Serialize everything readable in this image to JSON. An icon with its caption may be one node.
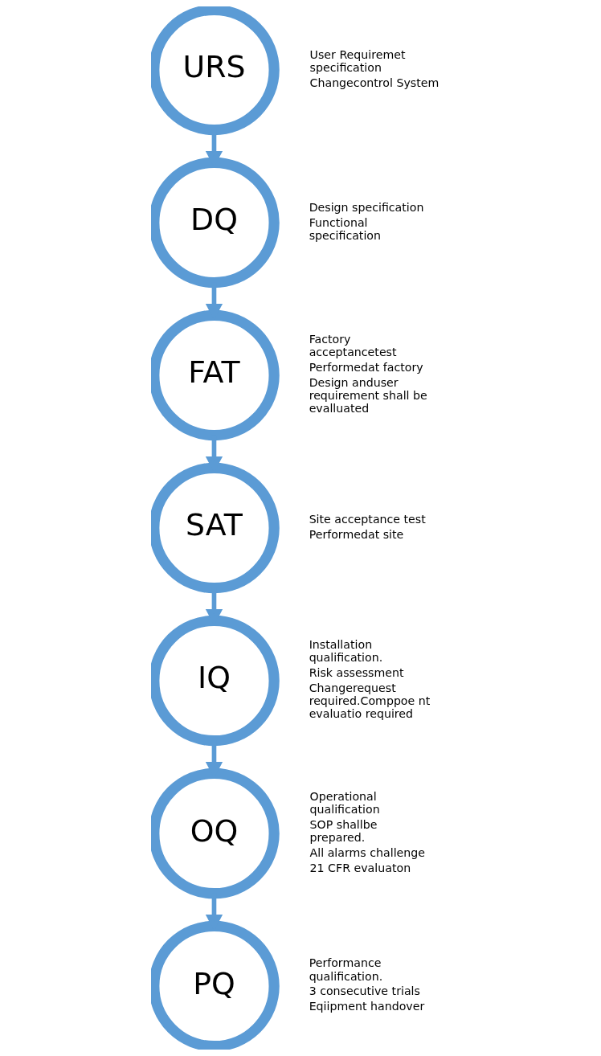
{
  "diagram": {
    "nodes": [
      {
        "text": [
          "URS"
        ],
        "beside": [
          "User Requiremet specification",
          "Changecontrol System"
        ]
      },
      {
        "text": [
          "DQ"
        ],
        "beside": [
          "Design specification",
          "Functional specification"
        ]
      },
      {
        "text": [
          "FAT"
        ],
        "beside": [
          "Factory acceptancetest",
          "Performedat factory",
          "Design anduser requirement shall be evalluated"
        ]
      },
      {
        "text": [
          "SAT"
        ],
        "beside": [
          "Site acceptance test",
          "Performedat site"
        ]
      },
      {
        "text": [
          "IQ"
        ],
        "beside": [
          "Installation qualification.",
          "Risk assessment",
          "Changerequest required.Comppoe nt evaluatio required"
        ]
      },
      {
        "text": [
          "OQ"
        ],
        "beside": [
          "Operational qualification",
          "SOP shallbe prepared.",
          "All alarms challenge",
          "21 CFR evaluaton"
        ]
      },
      {
        "text": [
          "PQ"
        ],
        "beside": [
          "Performance qualification.",
          "3 consecutive trials",
          "Eqiipment handover"
        ]
      }
    ],
    "edges": [
      {
        "from": 0,
        "to": 1,
        "arrow": "to"
      },
      {
        "from": 1,
        "to": 2,
        "arrow": "to"
      },
      {
        "from": 2,
        "to": 3,
        "arrow": "to"
      },
      {
        "from": 3,
        "to": 4,
        "arrow": "to"
      },
      {
        "from": 4,
        "to": 5,
        "arrow": "to"
      },
      {
        "from": 5,
        "to": 6,
        "arrow": "to"
      }
    ]
  }
}
